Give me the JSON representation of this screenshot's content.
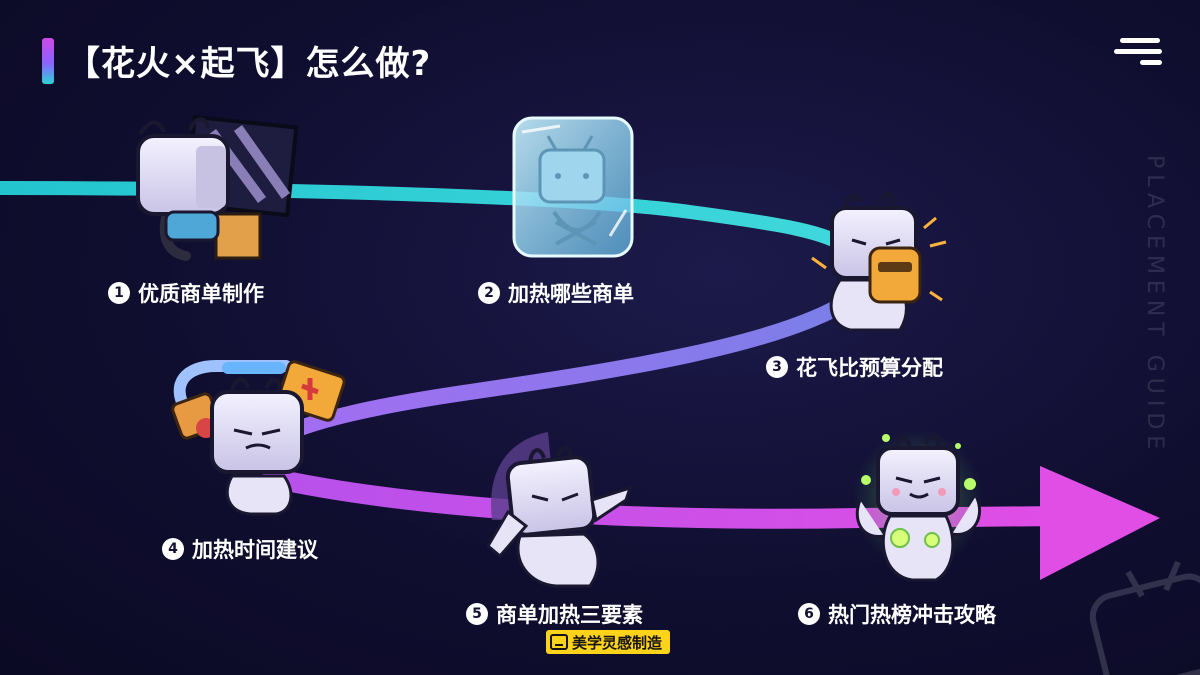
{
  "header": {
    "title": "【花火×起飞】怎么做?",
    "side_text": "PLACEMENT GUIDE"
  },
  "steps": [
    {
      "num": "1",
      "label": "优质商单制作",
      "icon": "tv-mascot-at-computer-icon"
    },
    {
      "num": "2",
      "label": "加热哪些商单",
      "icon": "tv-mascot-in-ice-block-icon"
    },
    {
      "num": "3",
      "label": "花飞比预算分配",
      "icon": "tv-mascot-power-glove-icon"
    },
    {
      "num": "4",
      "label": "加热时间建议",
      "icon": "tv-mascot-with-magnet-icon"
    },
    {
      "num": "5",
      "label": "商单加热三要素",
      "icon": "tv-mascot-dabbing-icon"
    },
    {
      "num": "6",
      "label": "热门热榜冲击攻略",
      "icon": "tv-mascot-casting-energy-icon"
    }
  ],
  "credit": {
    "text": "美学灵感制造"
  },
  "colors": {
    "background": "#100e30",
    "flow_start": "#2cd3d7",
    "flow_mid": "#8a63ff",
    "flow_end": "#d048e6",
    "credit_bg": "#ffd31a"
  }
}
